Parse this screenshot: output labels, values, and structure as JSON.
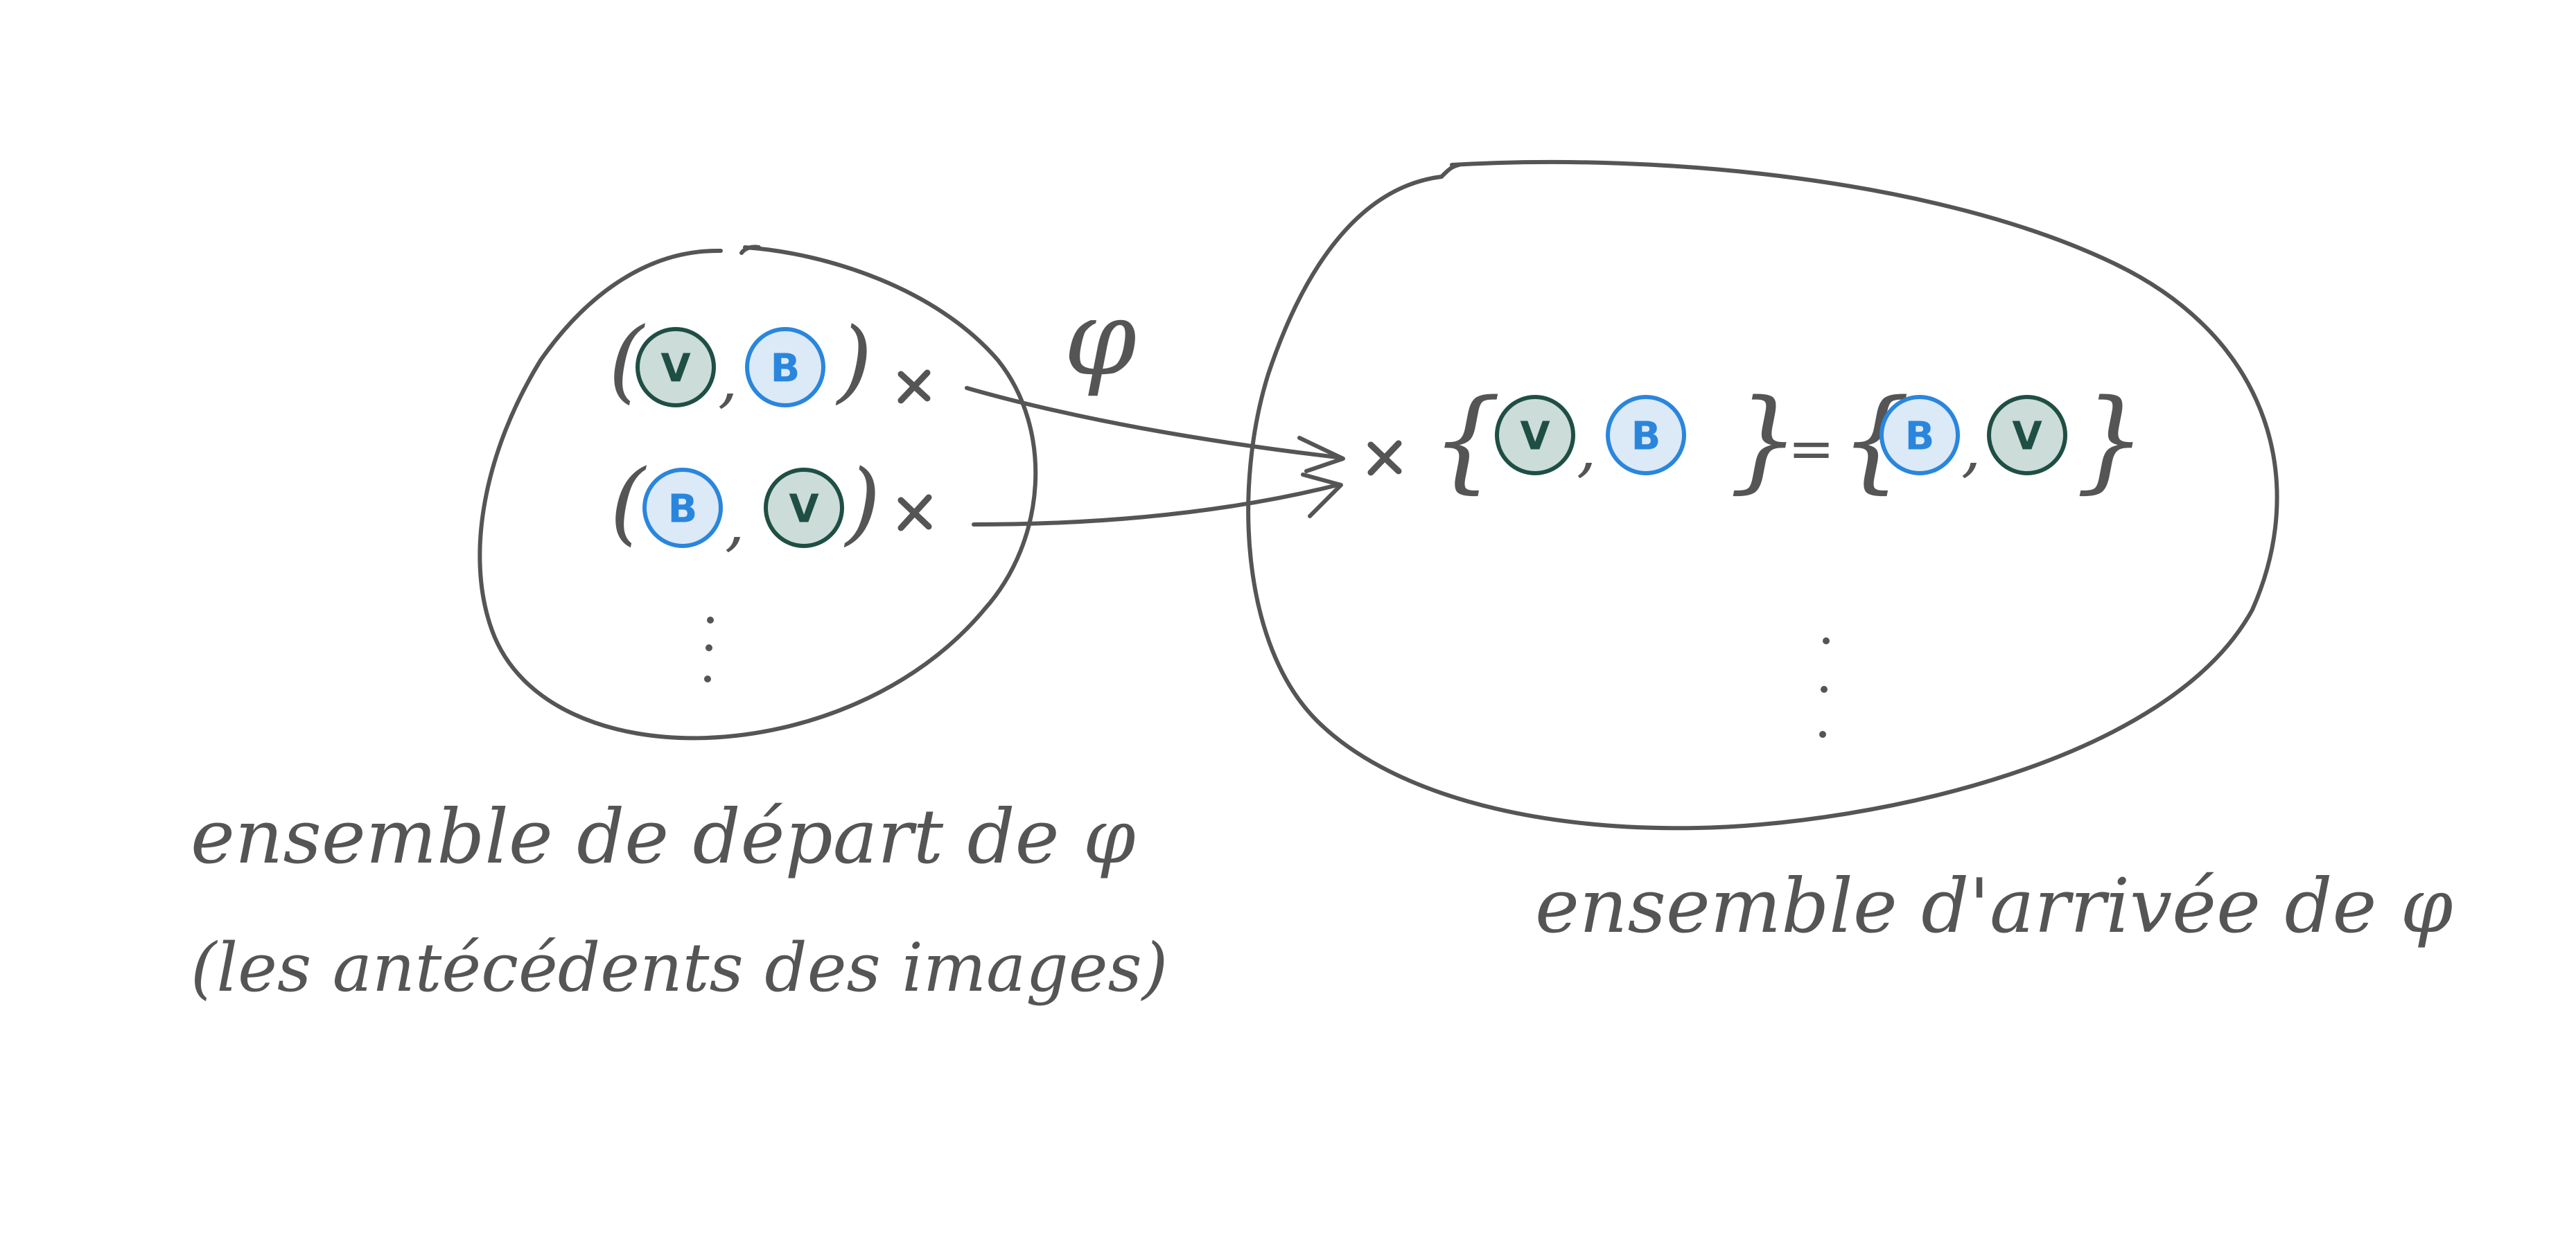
{
  "map_symbol": "φ",
  "domain_label": "ensemble de départ de φ",
  "domain_note": "(les antécédents des images)",
  "codomain_label": "ensemble d'arrivée de φ",
  "chip_v": {
    "letter": "V",
    "fill": "#ccdcd8",
    "stroke": "#1f4f44",
    "text": "#1f4f44"
  },
  "chip_b": {
    "letter": "B",
    "fill": "#dce9f7",
    "stroke": "#2a86dc",
    "text": "#2a86dc"
  },
  "line_color": "#555555",
  "equals_sign": "=",
  "domain_elements": [
    {
      "first": "V",
      "second": "B"
    },
    {
      "first": "B",
      "second": "V"
    }
  ],
  "image_sets": [
    {
      "first": "V",
      "second": "B"
    },
    {
      "first": "B",
      "second": "V"
    }
  ]
}
